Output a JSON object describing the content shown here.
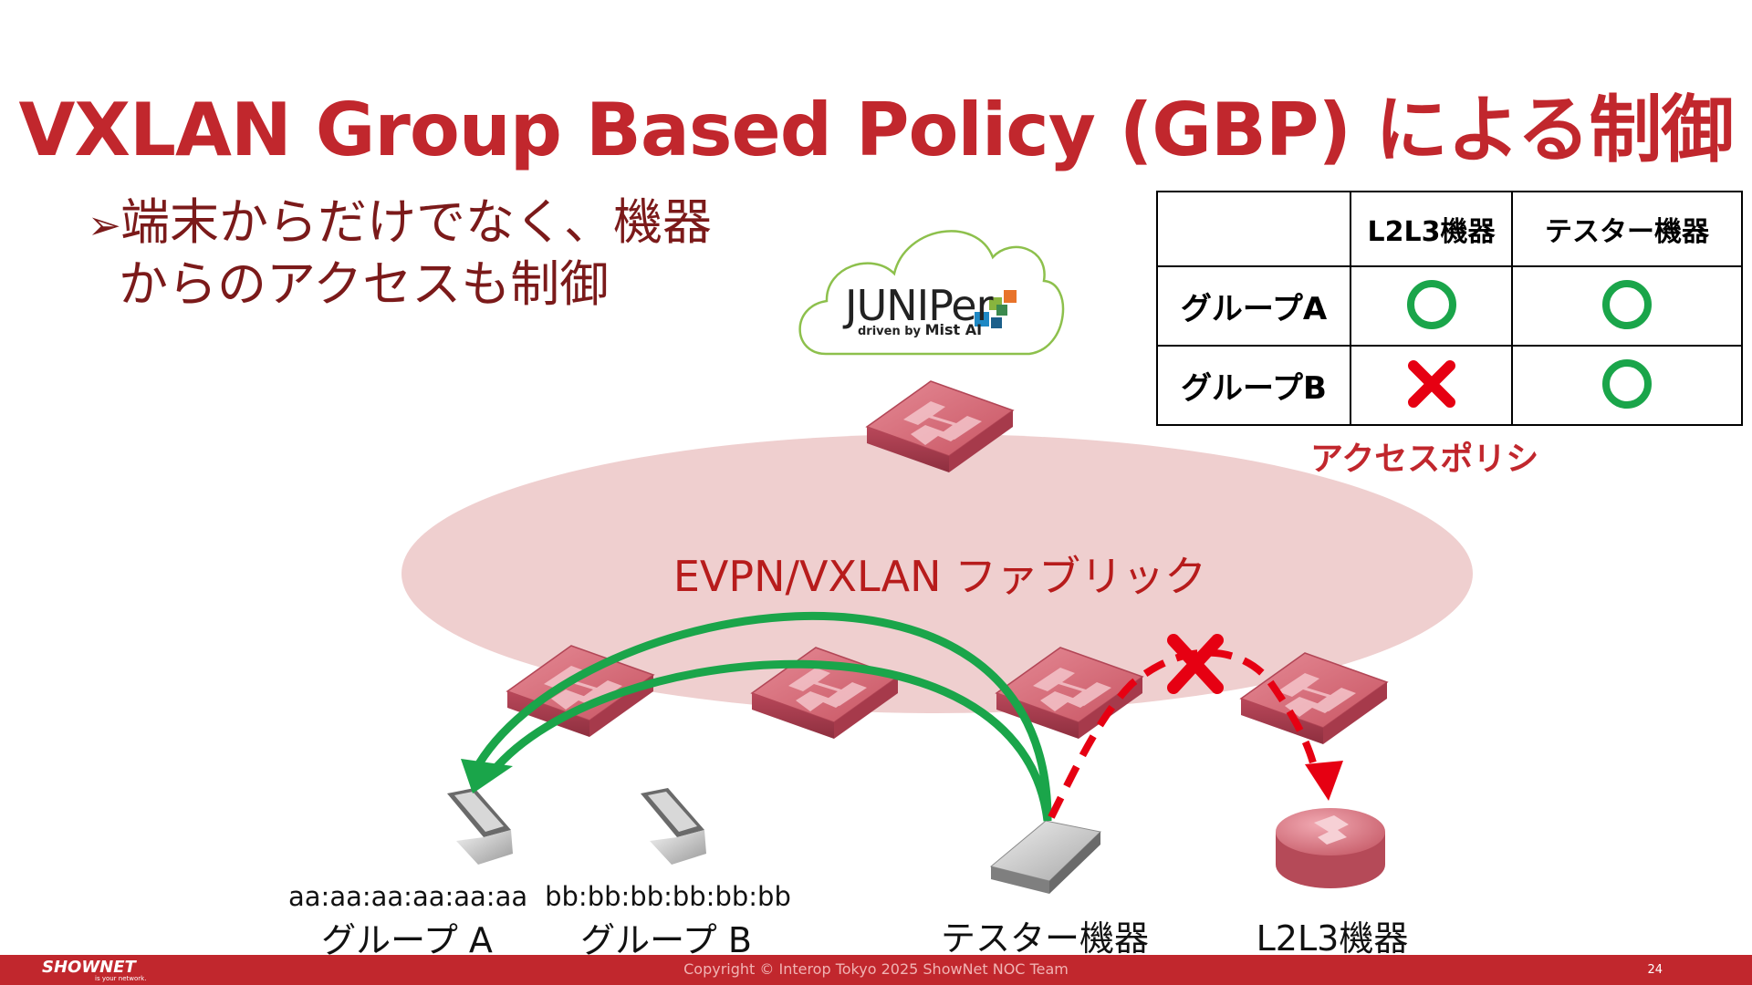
{
  "slide": {
    "title": "VXLAN Group Based Policy (GBP) による制御",
    "bullet_mark": "➢",
    "bullet_line1": "端末からだけでなく、機器",
    "bullet_line2": "からのアクセスも制御"
  },
  "policy_table": {
    "caption": "アクセスポリシ",
    "headers": [
      "",
      "L2L3機器",
      "テスター機器"
    ],
    "rows": [
      {
        "label": "グループA",
        "l2l3": "○",
        "tester": "○"
      },
      {
        "label": "グループB",
        "l2l3": "✕",
        "tester": "○"
      }
    ]
  },
  "cloud": {
    "brand": "JUNIPer",
    "tagline_prefix": "driven by",
    "tagline_brand": "Mist AI"
  },
  "diagram": {
    "fabric_label": "EVPN/VXLAN ファブリック",
    "device_a_mac": "aa:aa:aa:aa:aa:aa",
    "device_a_group": "グループ A",
    "device_b_mac": "bb:bb:bb:bb:bb:bb",
    "device_b_group": "グループ B",
    "tester_label": "テスター機器",
    "router_label": "L2L3機器"
  },
  "footer": {
    "logo": "SHOWNET",
    "logo_sub": "is your network.",
    "copyright": "Copyright © Interop Tokyo 2025 ShowNet NOC Team",
    "page": "24"
  },
  "colors": {
    "accent_red": "#c1272d",
    "fabric_fill": "#efcfcf",
    "switch_pink": "#d9737f",
    "allow_green": "#1aa54a",
    "deny_red": "#e60012"
  }
}
